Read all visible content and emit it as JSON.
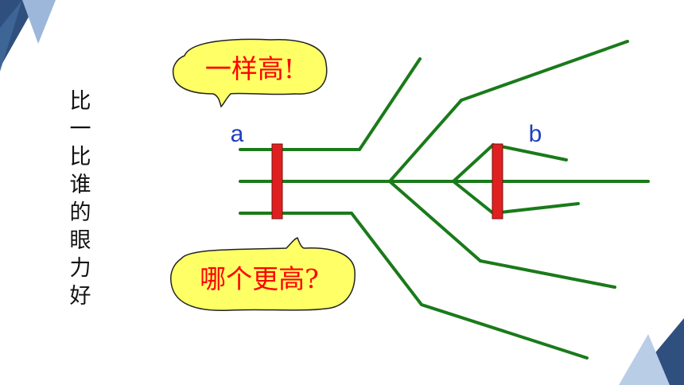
{
  "side_title": "比一比谁的眼力好",
  "bubble_top": {
    "text": "一样高!"
  },
  "bubble_bottom": {
    "text": "哪个更高?"
  },
  "labels": {
    "a": "a",
    "b": "b"
  },
  "colors": {
    "line": "#1a7a1a",
    "bar": "#e02020",
    "bubble_fill": "#ffff66",
    "bubble_text": "#ff0000",
    "label": "#1f3fbf",
    "corner_dark": "#2f4f7f",
    "corner_light": "#b9cde6"
  }
}
